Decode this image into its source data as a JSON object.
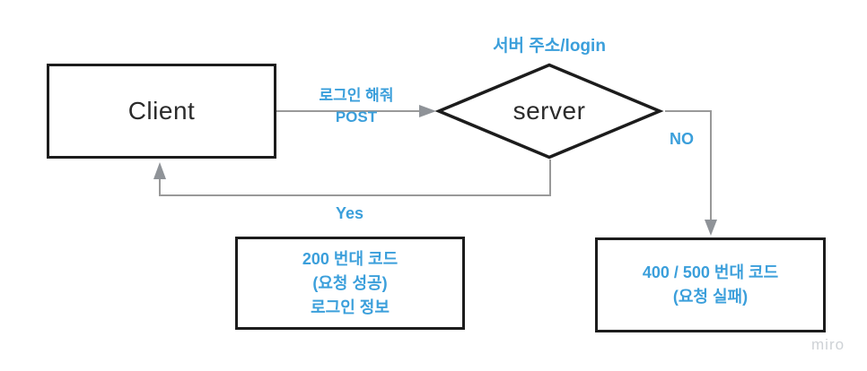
{
  "diagram": {
    "nodes": {
      "client": {
        "label": "Client"
      },
      "server": {
        "label": "server"
      },
      "success": {
        "lines": [
          "200 번대 코드",
          "(요청 성공)",
          "로그인 정보"
        ]
      },
      "fail": {
        "lines": [
          "400 / 500 번대 코드",
          "(요청 실패)"
        ]
      }
    },
    "labels": {
      "server_address": "서버 주소/login",
      "request_line1": "로그인 해줘",
      "request_line2": "POST",
      "yes": "Yes",
      "no": "NO"
    },
    "watermark": "miro",
    "colors": {
      "accent_blue": "#3b9fdb",
      "shape_border": "#1c1c1c",
      "connector_gray": "#999999",
      "arrowhead_gray": "#8f9398",
      "text_dark": "#2b2b2b",
      "watermark_gray": "#ced2d6"
    }
  }
}
